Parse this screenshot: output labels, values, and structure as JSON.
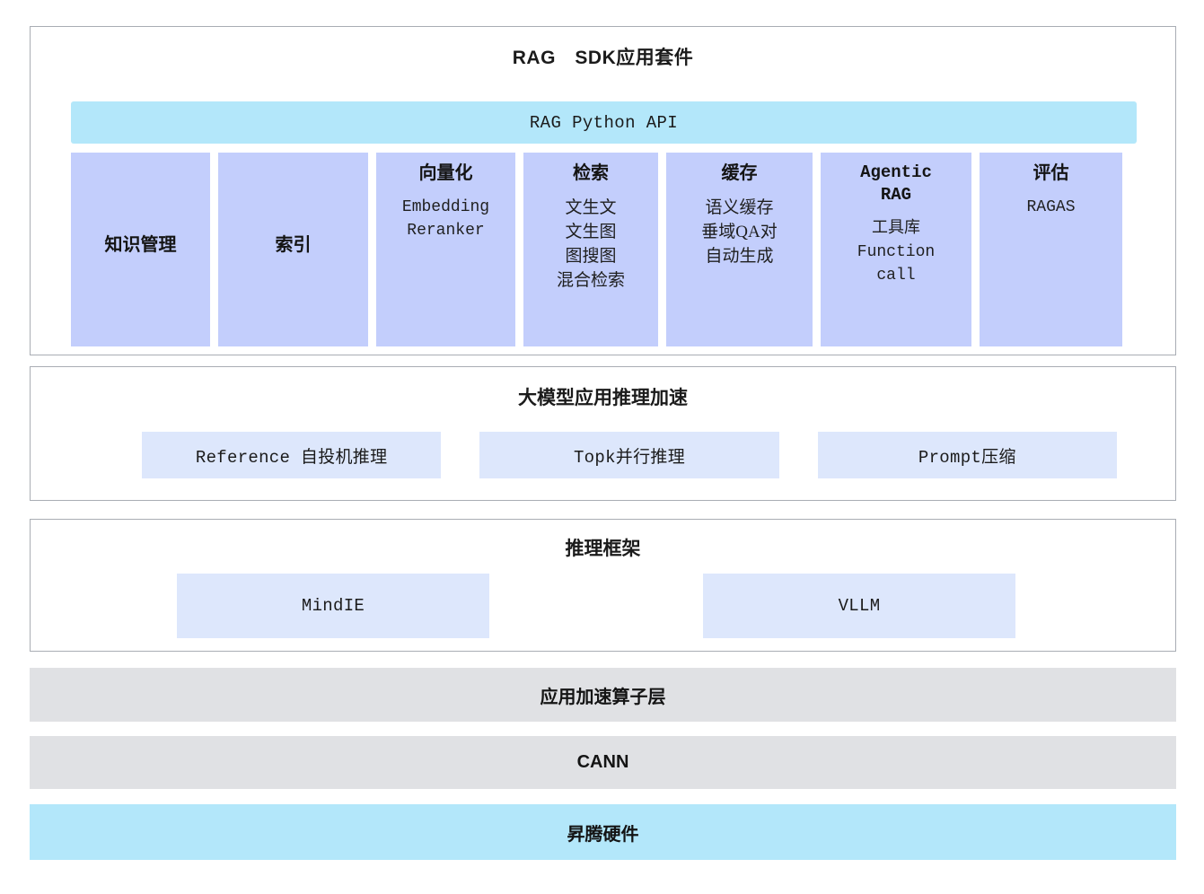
{
  "diagram": {
    "title": "RAG SDK应用套件",
    "layers": {
      "sdk": {
        "title": "RAG　SDK应用套件",
        "api_bar": "RAG Python API",
        "columns": [
          {
            "head": "知识管理",
            "head_mono": false,
            "items": "",
            "items_mono": false
          },
          {
            "head": "索引",
            "head_mono": false,
            "items": "",
            "items_mono": false
          },
          {
            "head": "向量化",
            "head_mono": false,
            "items": "Embedding\nReranker",
            "items_mono": true
          },
          {
            "head": "检索",
            "head_mono": false,
            "items": "文生文\n文生图\n图搜图\n混合检索",
            "items_mono": false
          },
          {
            "head": "缓存",
            "head_mono": false,
            "items": "语义缓存\n垂域QA对\n自动生成",
            "items_mono": false
          },
          {
            "head": "Agentic\nRAG",
            "head_mono": true,
            "items": "工具库\nFunction\ncall",
            "items_mono": true
          },
          {
            "head": "评估",
            "head_mono": false,
            "items": "RAGAS",
            "items_mono": true
          }
        ]
      },
      "acceleration": {
        "title": "大模型应用推理加速",
        "chips": [
          "Reference 自投机推理",
          "Topk并行推理",
          "Prompt压缩"
        ]
      },
      "framework": {
        "title": "推理框架",
        "chips": [
          "MindIE",
          "VLLM"
        ]
      },
      "bars": [
        {
          "label": "应用加速算子层",
          "color": "#e0e1e4"
        },
        {
          "label": "CANN",
          "color": "#e0e1e4"
        },
        {
          "label": "昇腾硬件",
          "color": "#b3e7fa"
        }
      ]
    },
    "colors": {
      "api_bar": "#b3e7fa",
      "column_fill": "#c3cefc",
      "chip_fill": "#dde7fc",
      "gray_bar": "#e0e1e4",
      "hardware_bar": "#b3e7fa",
      "border": "#a9adb4",
      "background": "#ffffff"
    }
  }
}
